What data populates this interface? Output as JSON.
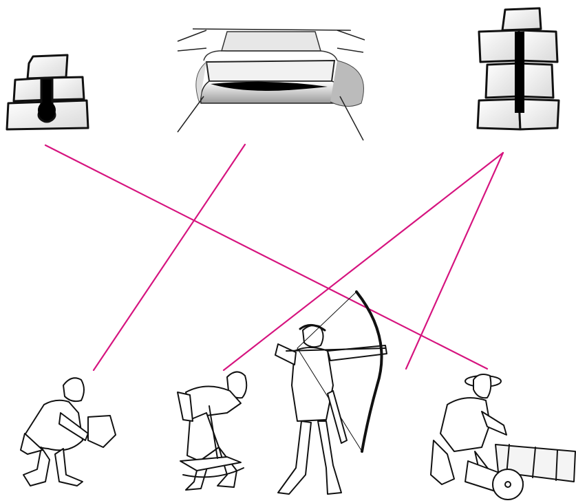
{
  "diagram": {
    "kind": "matching-exercise",
    "line_color": "#d6147f",
    "embrasures": [
      {
        "id": "gunport",
        "icon": "keyhole-gun-loop-in-stone-wall"
      },
      {
        "id": "machicolation",
        "icon": "machicolation-opening-under-vault"
      },
      {
        "id": "arrowslit",
        "icon": "vertical-arrow-slit-in-stone-wall"
      }
    ],
    "soldiers": [
      {
        "id": "stone-thrower",
        "icon": "kneeling-man-holding-stone-block"
      },
      {
        "id": "crossbowman",
        "icon": "man-spanning-crossbow"
      },
      {
        "id": "longbowman",
        "icon": "archer-drawing-longbow"
      },
      {
        "id": "gunner",
        "icon": "kneeling-gunner-lighting-cannon"
      }
    ],
    "matches": [
      {
        "from": "gunport",
        "to": "gunner"
      },
      {
        "from": "machicolation",
        "to": "stone-thrower"
      },
      {
        "from": "arrowslit",
        "to": "crossbowman"
      },
      {
        "from": "arrowslit",
        "to": "longbowman"
      }
    ]
  }
}
